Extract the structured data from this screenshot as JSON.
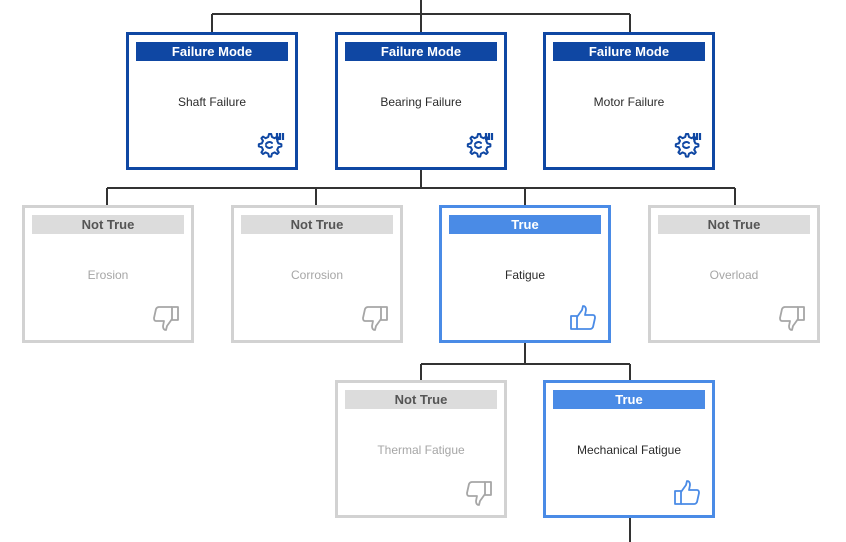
{
  "failure_modes": [
    {
      "header": "Failure Mode",
      "label": "Shaft Failure",
      "icon": "gear-diagnostics-icon"
    },
    {
      "header": "Failure Mode",
      "label": "Bearing Failure",
      "icon": "gear-diagnostics-icon"
    },
    {
      "header": "Failure Mode",
      "label": "Motor Failure",
      "icon": "gear-diagnostics-icon"
    }
  ],
  "causes": [
    {
      "header": "Not True",
      "label": "Erosion",
      "status": "false",
      "icon": "thumbs-down-icon"
    },
    {
      "header": "Not True",
      "label": "Corrosion",
      "status": "false",
      "icon": "thumbs-down-icon"
    },
    {
      "header": "True",
      "label": "Fatigue",
      "status": "true",
      "icon": "thumbs-up-icon"
    },
    {
      "header": "Not True",
      "label": "Overload",
      "status": "false",
      "icon": "thumbs-down-icon"
    }
  ],
  "sub_causes": [
    {
      "header": "Not True",
      "label": "Thermal Fatigue",
      "status": "false",
      "icon": "thumbs-down-icon"
    },
    {
      "header": "True",
      "label": "Mechanical Fatigue",
      "status": "true",
      "icon": "thumbs-up-icon"
    }
  ],
  "colors": {
    "failure_mode": "#0f47a3",
    "true": "#4a8be6",
    "not_true_border": "#d2d2d2",
    "not_true_header": "#dcdcdc",
    "connector": "#333333"
  }
}
